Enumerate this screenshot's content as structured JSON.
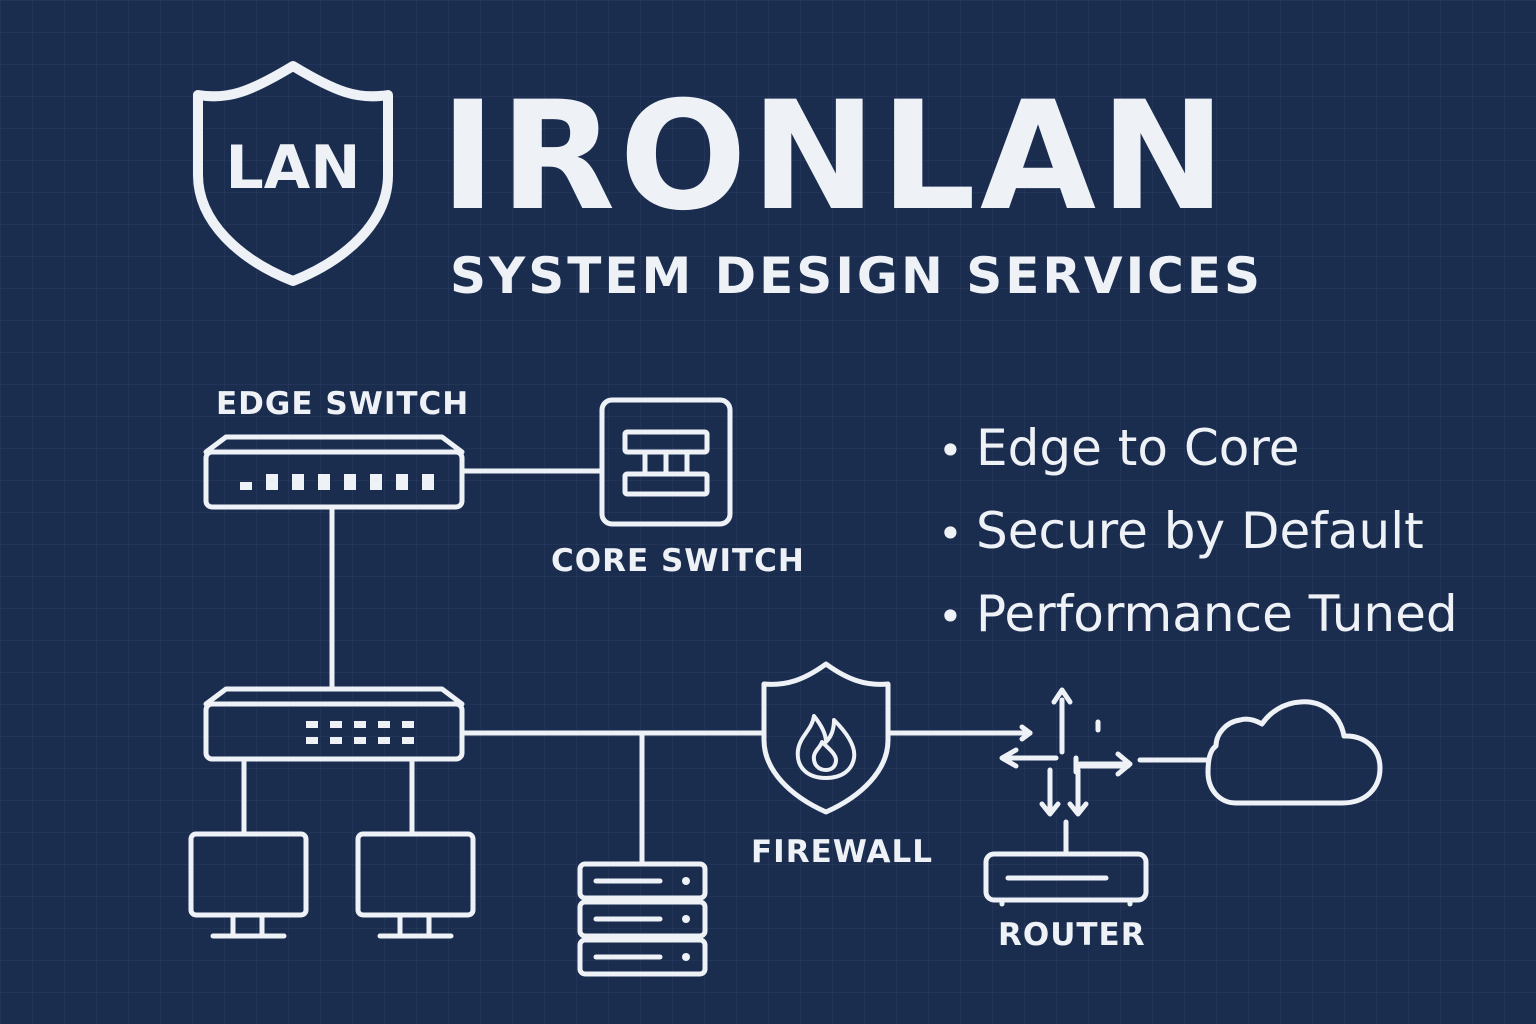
{
  "brand": {
    "logo_text": "LAN",
    "title": "IRONLAN",
    "subtitle": "SYSTEM DESIGN SERVICES"
  },
  "nodes": {
    "edge_switch": "EDGE SWITCH",
    "core_switch": "CORE SWITCH",
    "firewall": "FIREWALL",
    "router": "ROUTER"
  },
  "features": [
    "Edge to Core",
    "Secure by Default",
    "Performance Tuned"
  ],
  "bullet": "•",
  "colors": {
    "background": "#1b2d4f",
    "foreground": "#eef2f7"
  },
  "icons": {
    "logo": "shield-icon",
    "edge_switch": "switch-icon",
    "core_switch": "core-switch-icon",
    "access_switch": "switch-icon",
    "workstations": "monitor-icon",
    "server": "server-stack-icon",
    "firewall": "shield-flame-icon",
    "router": "router-icon",
    "routing": "arrows-icon",
    "internet": "cloud-icon"
  }
}
